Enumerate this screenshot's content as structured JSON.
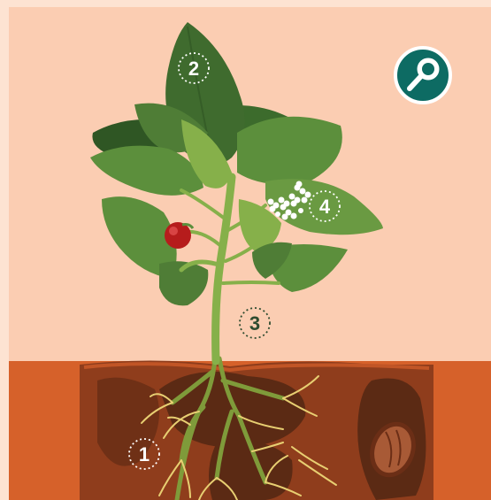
{
  "labels": {
    "roots": "1",
    "leaves": "2",
    "stem": "3",
    "flowers": "4"
  },
  "icons": {
    "zoom": "magnifier-icon"
  },
  "colors": {
    "frame": "#fde3d2",
    "sky": "#fbcdb2",
    "soil": "#d6612a",
    "soil_dark": "#8f3d1c",
    "soil_cavity": "#5b2a14",
    "leaf_dark": "#3f6b2e",
    "leaf_mid": "#5c8f3c",
    "leaf_light": "#86b04a",
    "root": "#e8cf72",
    "berry": "#b61c1c",
    "seed": "#a85a36",
    "zoom_button": "#0d6b63"
  }
}
